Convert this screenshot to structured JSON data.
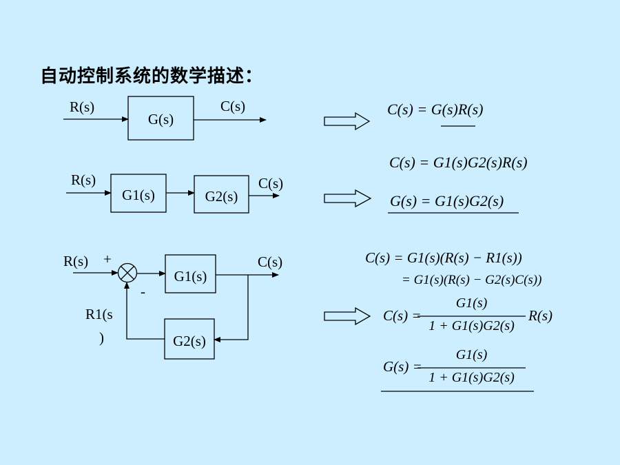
{
  "title": "自动控制系统的数学描述：",
  "diagram1": {
    "input": "R(s)",
    "block": "G(s)",
    "output": "C(s)",
    "equation": "C(s) = G(s)R(s)"
  },
  "diagram2": {
    "input": "R(s)",
    "block1": "G1(s)",
    "block2": "G2(s)",
    "output": "C(s)",
    "equation1": "C(s) = G1(s)G2(s)R(s)",
    "equation2": "G(s) = G1(s)G2(s)"
  },
  "diagram3": {
    "input": "R(s)",
    "plus_sign": "+",
    "minus_sign": "-",
    "block1": "G1(s)",
    "block2": "G2(s)",
    "output": "C(s)",
    "feedback_label_line1": "R1(s",
    "feedback_label_line2": ")",
    "equation1": "C(s) = G1(s)(R(s) − R1(s))",
    "equation2": "= G1(s)(R(s) − G2(s)C(s))",
    "equation3_lhs": "C(s) =",
    "equation3_num": "G1(s)",
    "equation3_den": "1 + G1(s)G2(s)",
    "equation3_rhs": "R(s)",
    "equation4_lhs": "G(s) =",
    "equation4_num": "G1(s)",
    "equation4_den": "1 + G1(s)G2(s)"
  },
  "colors": {
    "background": "#cceeff",
    "lines": "#000000"
  }
}
